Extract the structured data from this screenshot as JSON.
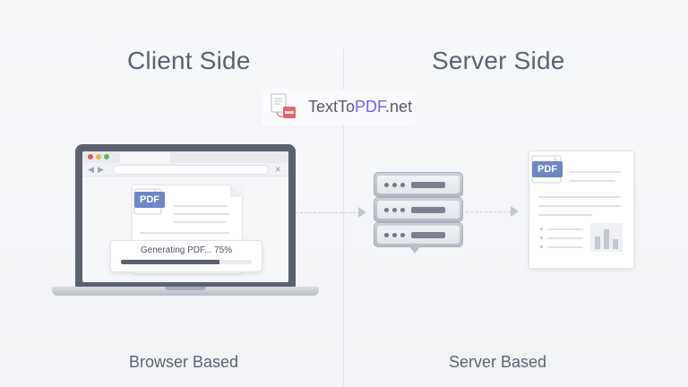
{
  "left": {
    "title": "Client Side",
    "subtitle": "Browser Based"
  },
  "right": {
    "title": "Server Side",
    "subtitle": "Server Based"
  },
  "brand": {
    "name_part1": "TextTo",
    "name_part2": "PDF",
    "name_part3": ".net"
  },
  "browser": {
    "document_badge": "PDF",
    "progress_text": "Generating PDF... 75%",
    "progress_value_percent": 75
  },
  "output_document": {
    "badge": "PDF"
  },
  "colors": {
    "brand_accent": "#7a5cf0",
    "pdf_badge": "#6e86c6",
    "progress_fill": "#5b6170"
  }
}
